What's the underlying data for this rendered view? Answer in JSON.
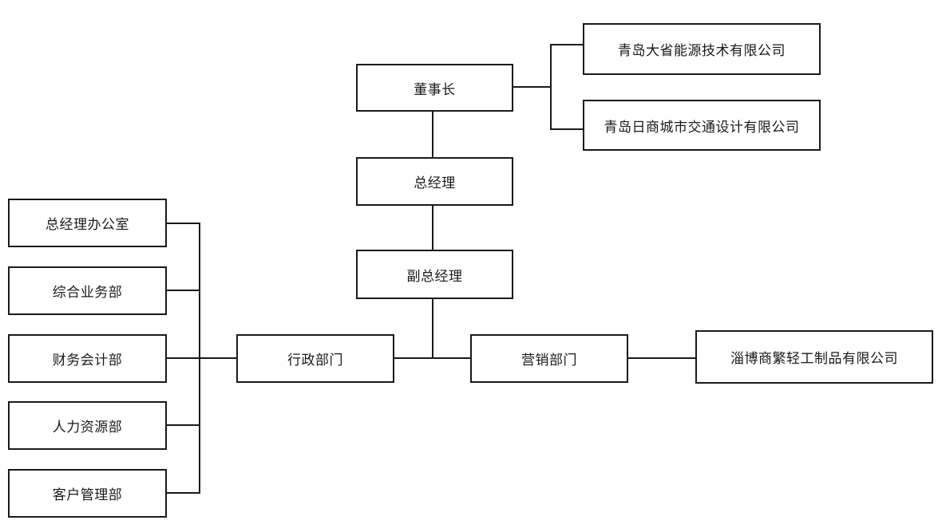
{
  "org_chart": {
    "chairman": "董事长",
    "subsidiaries": [
      "青岛大省能源技术有限公司",
      "青岛日商城市交通设计有限公司"
    ],
    "general_manager": "总经理",
    "deputy_general_manager": "副总经理",
    "admin_department": "行政部门",
    "marketing_department": "营销部门",
    "marketing_partner": "淄博商繁轻工制品有限公司",
    "admin_units": [
      "总经理办公室",
      "综合业务部",
      "财务会计部",
      "人力资源部",
      "客户管理部"
    ]
  }
}
